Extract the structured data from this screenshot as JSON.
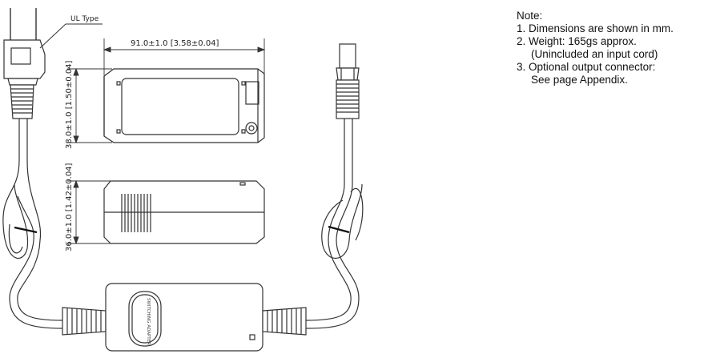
{
  "labels": {
    "plug_type": "UL Type",
    "length_dim": "91.0±1.0 [3.58±0.04]",
    "width_dim": "38.0±1.0 [1.50±0.04]",
    "height_dim": "36.0±1.0 [1.42±0.04]",
    "body_label": "SWITCHING ADAPTER"
  },
  "notes": {
    "heading": "Note:",
    "items": [
      "1. Dimensions are shown in mm.",
      "2. Weight: 165gs  approx.",
      "(Unincluded an input cord)",
      "3. Optional output connector:",
      "See page Appendix."
    ]
  }
}
